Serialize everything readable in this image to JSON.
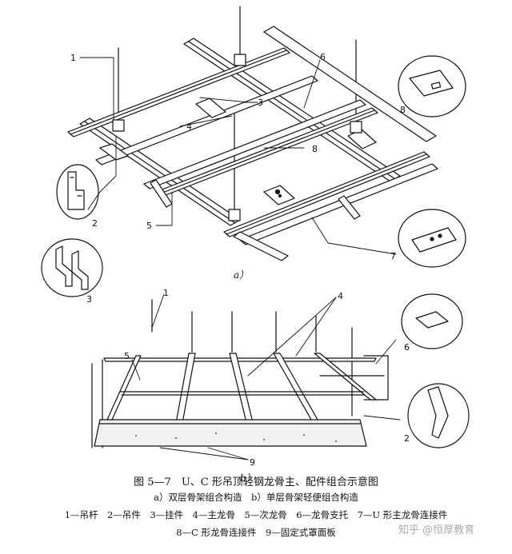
{
  "figure": {
    "title": "图 5—7　U、C 形吊顶轻钢龙骨主、配件组合示意图",
    "subcaption": "a）双层骨架组合构造　b）单层骨架轻便组合构造",
    "legend_line1": "1—吊杆　2—吊件　3—挂件　4—主龙骨　5—次龙骨　6—龙骨支托　7—U 形主龙骨连接件",
    "legend_line2": "8—C 形龙骨连接件　9—固定式罩面板"
  },
  "panel_a": {
    "label": "a）",
    "callouts": [
      "1",
      "2",
      "3",
      "4",
      "5",
      "6",
      "7",
      "8",
      "3",
      "8"
    ]
  },
  "panel_b": {
    "label": "b）",
    "callouts": [
      "1",
      "4",
      "5",
      "6",
      "2",
      "9"
    ]
  },
  "watermark": "知乎 @恒厚教育"
}
